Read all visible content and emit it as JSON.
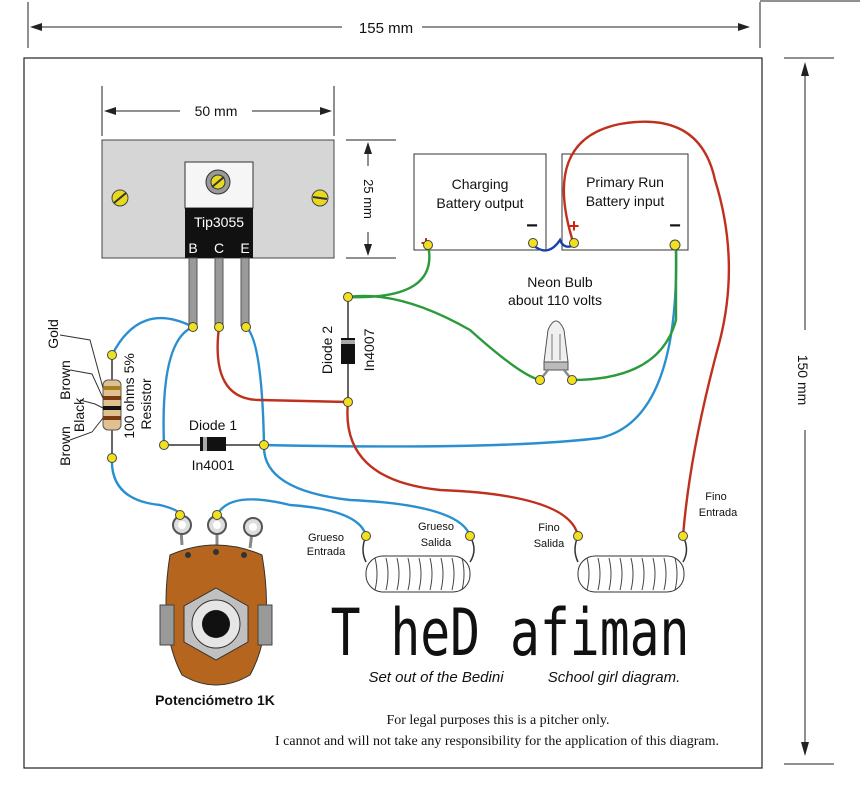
{
  "dimensions": {
    "width_label": "155 mm",
    "height_label": "150 mm",
    "heatsink_width_label": "50 mm",
    "heatsink_height_label": "25 mm"
  },
  "transistor": {
    "name": "Tip3055",
    "pin_b": "B",
    "pin_c": "C",
    "pin_e": "E"
  },
  "batteries": {
    "charging_line1": "Charging",
    "charging_line2": "Battery output",
    "primary_line1": "Primary Run",
    "primary_line2": "Battery input",
    "plus_sign": "+",
    "minus_sign": "−"
  },
  "neon": {
    "line1": "Neon Bulb",
    "line2": "about 110 volts"
  },
  "resistor": {
    "band_gold": "Gold",
    "band_brown1": "Brown",
    "band_black": "Black",
    "band_brown2": "Brown",
    "value": "100 ohms 5%",
    "label": "Resistor"
  },
  "diodes": {
    "diode1_name": "Diode 1",
    "diode1_part": "In4001",
    "diode2_name": "Diode 2",
    "diode2_part": "In4007"
  },
  "coils": {
    "grueso_entrada_1": "Grueso",
    "grueso_entrada_2": "Entrada",
    "grueso_salida_1": "Grueso",
    "grueso_salida_2": "Salida",
    "fino_salida_1": "Fino",
    "fino_salida_2": "Salida",
    "fino_entrada_1": "Fino",
    "fino_entrada_2": "Entrada"
  },
  "pot": {
    "label": "Potenciómetro 1K"
  },
  "branding": {
    "title": "T heD  afiman",
    "subtitle_left": "Set out of the Bedini",
    "subtitle_right": "School girl diagram.",
    "disclaimer_line1": "For legal purposes this is a pitcher only.",
    "disclaimer_line2": "I cannot and will not take any responsibility for the application of this diagram."
  },
  "colors": {
    "wire_blue": "#2a8fd0",
    "wire_red": "#c0301e",
    "wire_green": "#2a9a3a",
    "solder_dot": "#f0e020",
    "heatsink": "#d8d8d8",
    "pot_body": "#b5651d"
  }
}
